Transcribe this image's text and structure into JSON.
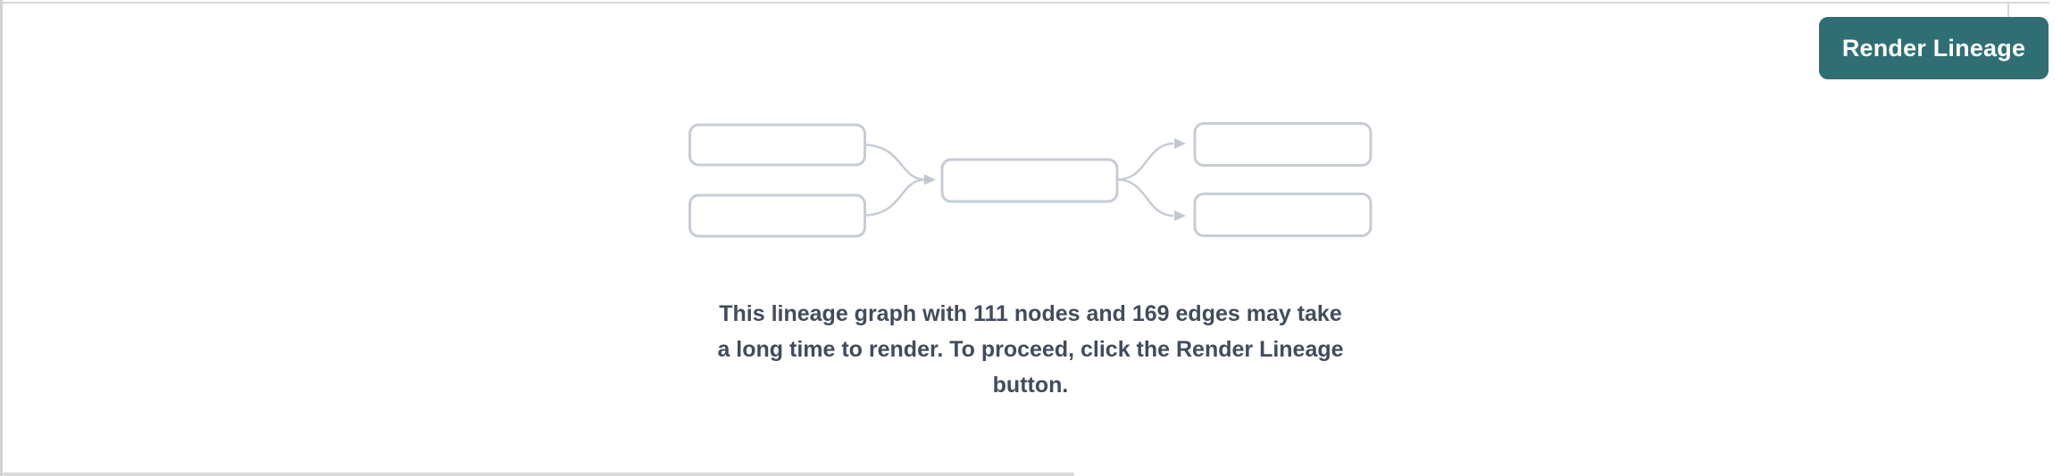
{
  "button": {
    "label": "Render Lineage"
  },
  "message": {
    "line1": "This lineage graph with 111 nodes and 169 edges may take",
    "line2": "a long time to render. To proceed, click the Render Lineage",
    "line3": "button."
  },
  "stats": {
    "nodes": "111",
    "edges": "169"
  },
  "diagram": {
    "name": "lineage-graph-placeholder",
    "node_boxes": 5,
    "edge_arrows": 4
  },
  "colors": {
    "accent": "#2f6f74",
    "box_border": "#c7ccd4",
    "arrow": "#c7ccd4",
    "message_text": "#414c5c",
    "pane_border": "#d8d8d8",
    "background": "#ffffff"
  }
}
